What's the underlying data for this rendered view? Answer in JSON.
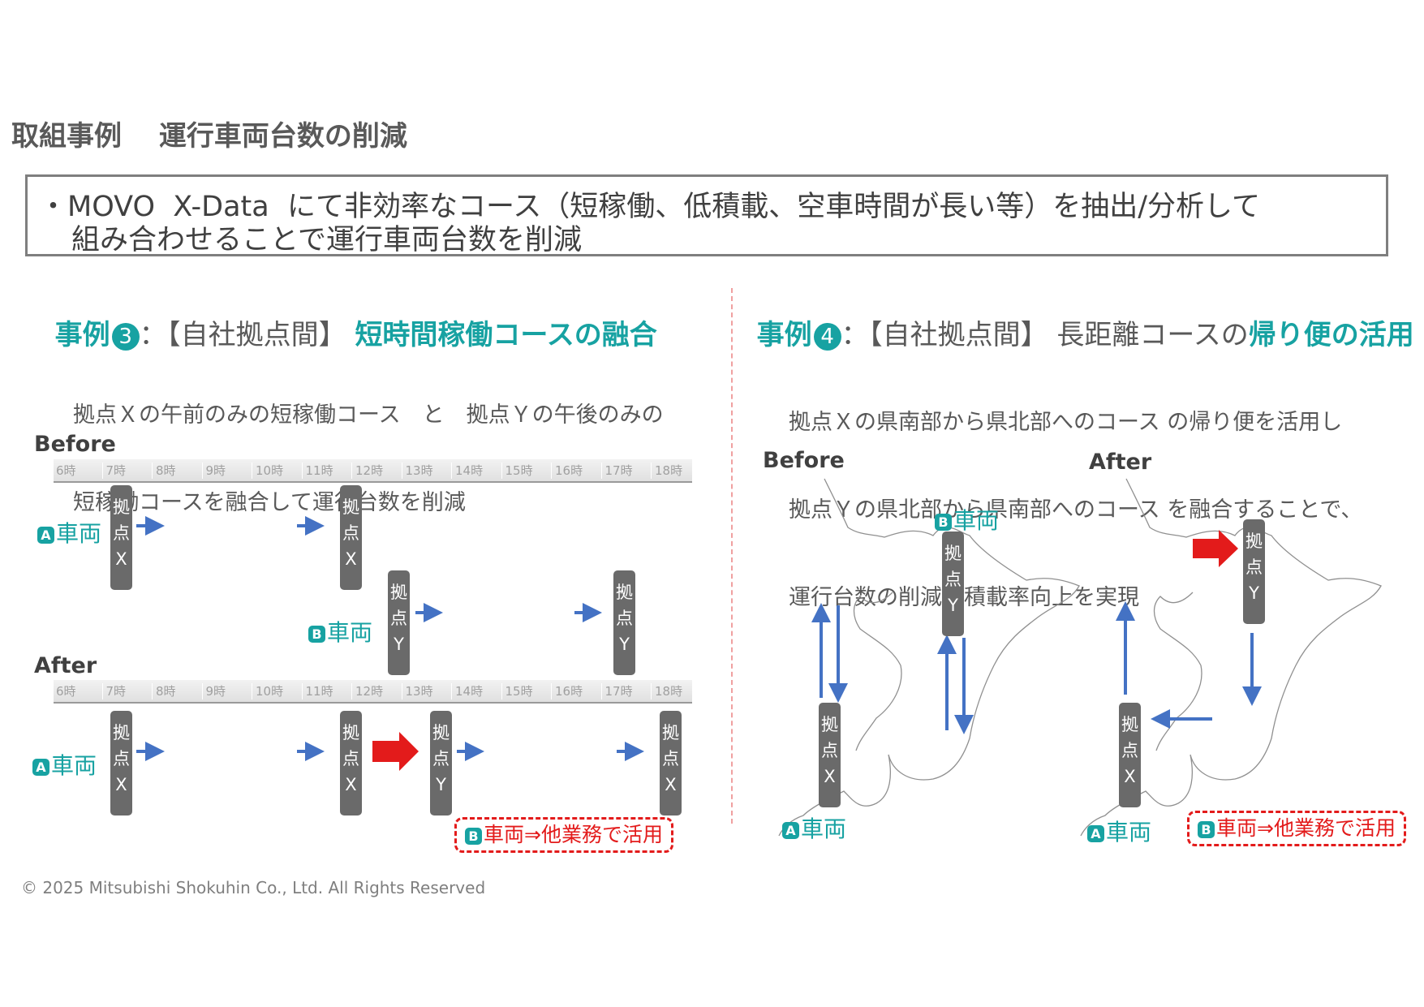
{
  "header": {
    "title": "取組事例　 運行車両台数の削減"
  },
  "summary": {
    "line1": "・MOVO  X-Data  にて非効率なコース（短稼働、低積載、空車時間が長い等）を抽出/分析して",
    "line2": "組み合わせることで運行車両台数を削減"
  },
  "case3": {
    "label": "事例",
    "num": "❸",
    "bracket": "：【自社拠点間】 ",
    "highlight": "短時間稼働コースの融合",
    "desc1": "拠点Ｘの午前のみの短稼働コース　と　拠点Ｙの午後のみの",
    "desc2": "短稼働コースを融合して運行台数を削減",
    "before_label": "Before",
    "after_label": "After",
    "times": [
      "6時",
      "7時",
      "8時",
      "9時",
      "10時",
      "11時",
      "12時",
      "13時",
      "14時",
      "15時",
      "16時",
      "17時",
      "18時"
    ],
    "note": "車両⇒他業務で活用"
  },
  "case4": {
    "label": "事例",
    "num": "❹",
    "bracket": "：【自社拠点間】 長距離コースの",
    "highlight": "帰り便の活用",
    "desc1": "拠点Ｘの県南部から県北部へのコース の帰り便を活用し",
    "desc2": "拠点Ｙの県北部から県南部へのコース を融合することで、",
    "desc3": "運行台数の削減と積載率向上を実現",
    "before_label": "Before",
    "after_label": "After",
    "note": "車両⇒他業務で活用"
  },
  "base": {
    "c1": "拠",
    "c2": "点",
    "x": "X",
    "y": "Y"
  },
  "vehicle": {
    "a_badge": "A",
    "b_badge": "B",
    "name": "車両"
  },
  "footer": {
    "copyright": "© 2025 Mitsubishi Shokuhin Co., Ltd. All Rights Reserved"
  },
  "colors": {
    "teal": "#17a2a2",
    "blue_arrow": "#4472c4",
    "red": "#e31b1b",
    "base_box": "#6a6a6a"
  }
}
